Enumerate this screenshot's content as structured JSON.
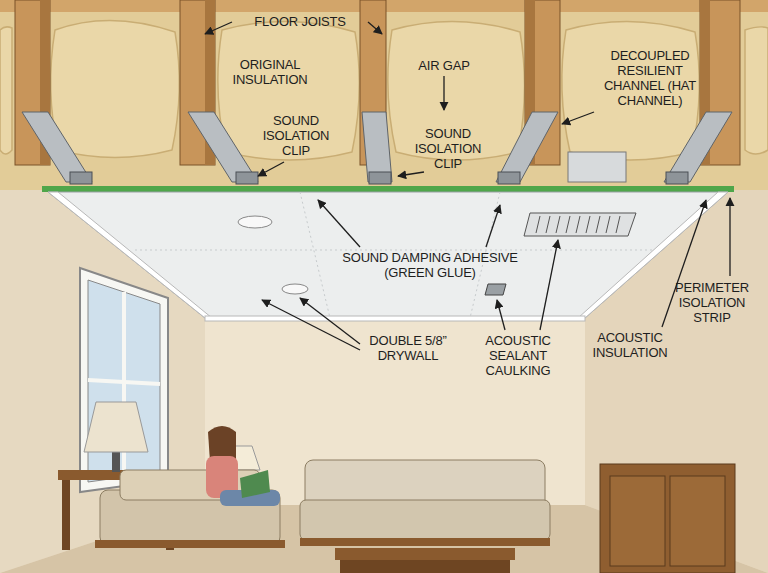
{
  "diagram": {
    "labels": [
      "FLOOR JOISTS",
      "ORIGINAL INSULATION",
      "AIR GAP",
      "SOUND ISOLATION CLIP",
      "SOUND ISOLATION CLIP",
      "DECOUPLED RESILIENT CHANNEL (HAT CHANNEL)",
      "SOUND DAMPING ADHESIVE (GREEN GLUE)",
      "DOUBLE 5/8” DRYWALL",
      "ACOUSTIC SEALANT CAULKING",
      "ACOUSTIC INSULATION",
      "PERIMETER ISOLATION STRIP"
    ]
  }
}
